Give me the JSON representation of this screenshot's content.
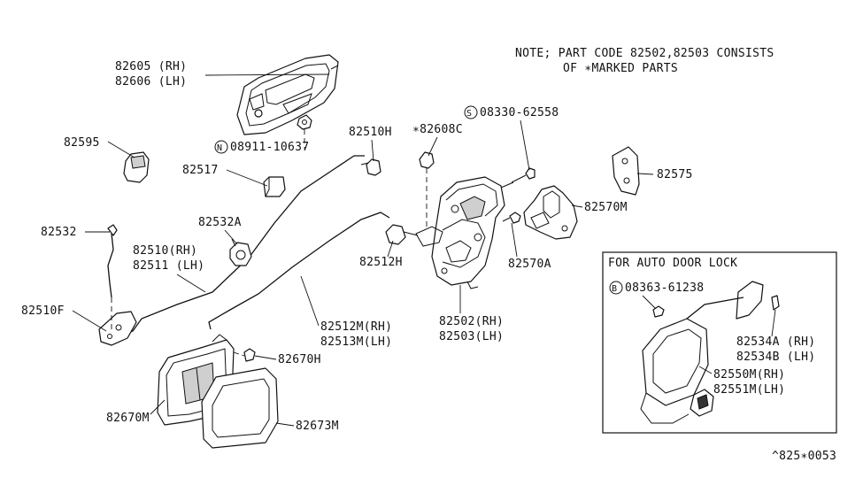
{
  "note": {
    "line1": "NOTE; PART CODE 82502,82503 CONSISTS",
    "line2": "OF ∗MARKED PARTS"
  },
  "labels": {
    "p82605": "82605 (RH)",
    "p82606": "82606 (LH)",
    "p82595": "82595",
    "p08911": "08911-10637",
    "p08911_prefix": "N",
    "p82517": "82517",
    "p82510H": "82510H",
    "p82608C": "∗82608C",
    "p08330": "08330-62558",
    "p08330_prefix": "S",
    "p82575": "82575",
    "p82570M": "82570M",
    "p82532A": "82532A",
    "p82532": "82532",
    "p82510": "82510(RH)",
    "p82511": "82511 (LH)",
    "p82512H": "82512H",
    "p82570A": "82570A",
    "p82510F": "82510F",
    "p82502": "82502(RH)",
    "p82503": "82503(LH)",
    "p82512M": "82512M(RH)",
    "p82513M": "82513M(LH)",
    "p82670H": "82670H",
    "p82670M": "82670M",
    "p82673M": "82673M"
  },
  "auto_door_lock": {
    "title": "FOR AUTO DOOR LOCK",
    "p08363": "08363-61238",
    "p08363_prefix": "B",
    "p82534A": "82534A (RH)",
    "p82534B": "82534B (LH)",
    "p82550M": "82550M(RH)",
    "p82551M": "82551M(LH)"
  },
  "diagram_code": "^825∗0053"
}
